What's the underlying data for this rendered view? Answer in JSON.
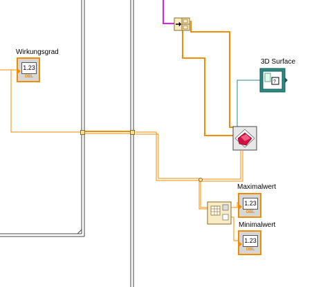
{
  "indicators": {
    "wirkungsgrad": {
      "label": "Wirkungsgrad",
      "value": "1.23",
      "type": "DBL"
    },
    "maximalwert": {
      "label": "Maximalwert",
      "value": "1.23",
      "type": "DBL"
    },
    "minimalwert": {
      "label": "Minimalwert",
      "value": "1.23",
      "type": "DBL"
    }
  },
  "surface": {
    "label": "3D Surface"
  },
  "colors": {
    "wire_orange": "#f08c00",
    "wire_teal": "#2a8a82",
    "wire_pink": "#e020e0",
    "frame": "#444444"
  }
}
